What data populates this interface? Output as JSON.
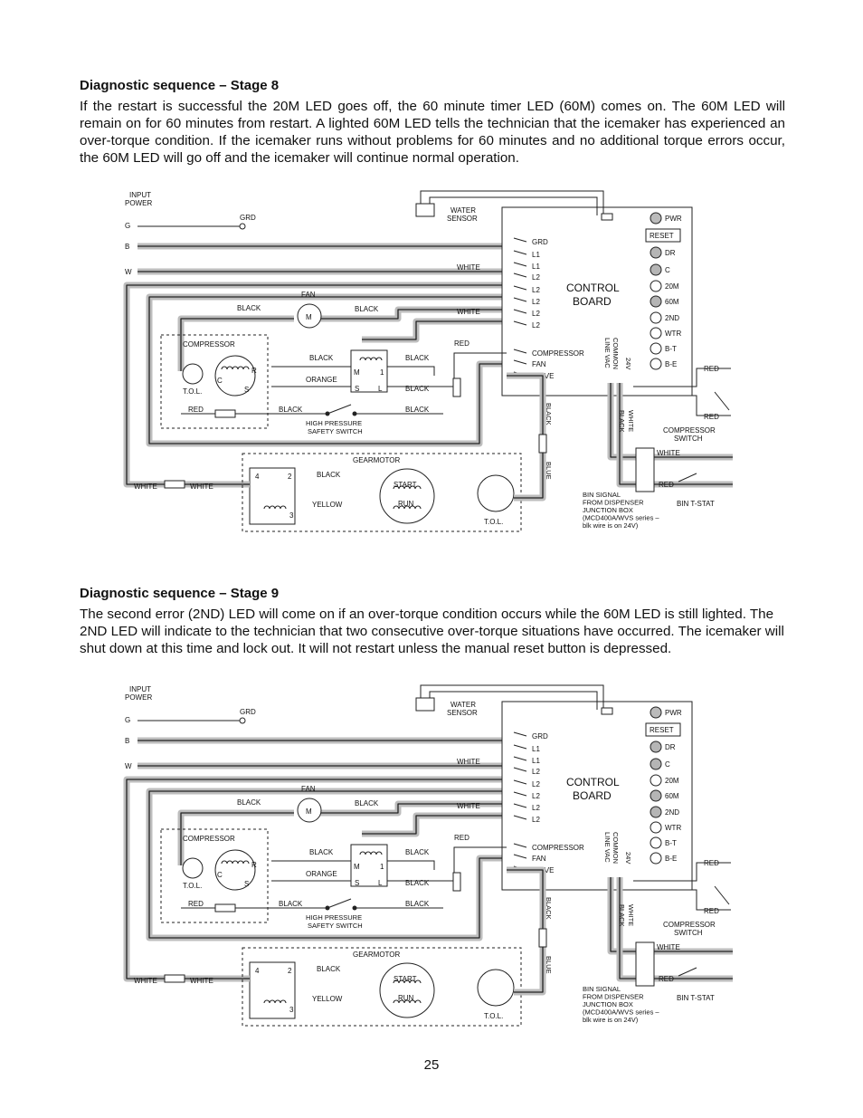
{
  "stage8": {
    "title": "Diagnostic sequence – Stage 8",
    "body": "If the restart is successful the 20M LED goes off, the 60 minute timer LED (60M) comes on. The 60M LED will remain on for 60 minutes from restart. A lighted 60M LED tells the technician that the icemaker has experienced an over-torque condition. If the icemaker runs without problems for 60 minutes and no additional torque errors occur, the 60M LED will go off and the icemaker will continue normal operation.",
    "lit_led": "60M"
  },
  "stage9": {
    "title": "Diagnostic sequence – Stage 9",
    "body": "The second error (2ND) LED will come on if an over-torque condition occurs while the 60M LED is still lighted. The 2ND LED will indicate to the technician that two consecutive over-torque situations have occurred. The icemaker will shut down at this time and lock out. It will not restart unless the manual reset button is depressed.",
    "lit_leds": [
      "60M",
      "2ND"
    ]
  },
  "diagram": {
    "input_power": [
      "INPUT",
      "POWER"
    ],
    "line_labels": [
      "G",
      "B",
      "W"
    ],
    "grd": "GRD",
    "water_sensor": [
      "WATER",
      "SENSOR"
    ],
    "control_board": [
      "CONTROL",
      "BOARD"
    ],
    "terminals": [
      "GRD",
      "L1",
      "L1",
      "L2",
      "L2",
      "L2",
      "L2",
      "L2"
    ],
    "terminals2": [
      "COMPRESSOR",
      "FAN",
      "DRIVE"
    ],
    "leds": [
      "PWR",
      "DR",
      "C",
      "20M",
      "60M",
      "2ND",
      "WTR",
      "B-T",
      "B-E"
    ],
    "reset": "RESET",
    "common_line_vac": [
      "COMMON",
      "LINE VAC"
    ],
    "v24": "24V",
    "fan": "FAN",
    "motor": "M",
    "compressor": "COMPRESSOR",
    "tol": "T.O.L.",
    "comp_terms": [
      "C",
      "R",
      "S"
    ],
    "relay_terms": [
      "M",
      "1",
      "S",
      "L"
    ],
    "high_pressure": [
      "HIGH PRESSURE",
      "SAFETY SWITCH"
    ],
    "gearmotor": "GEARMOTOR",
    "start": "START",
    "run": "RUN",
    "gm_terms": [
      "4",
      "2",
      "3"
    ],
    "compressor_switch": [
      "COMPRESSOR",
      "SWITCH"
    ],
    "bin_tstat": "BIN T-STAT",
    "bin_signal": [
      "BIN SIGNAL",
      "FROM DISPENSER",
      "JUNCTION BOX",
      "(MCD400A/WVS series –",
      " blk wire is on 24V)"
    ],
    "wires": {
      "white": "WHITE",
      "black": "BLACK",
      "red": "RED",
      "orange": "ORANGE",
      "yellow": "YELLOW",
      "blue": "BLUE"
    }
  },
  "page_number": "25"
}
